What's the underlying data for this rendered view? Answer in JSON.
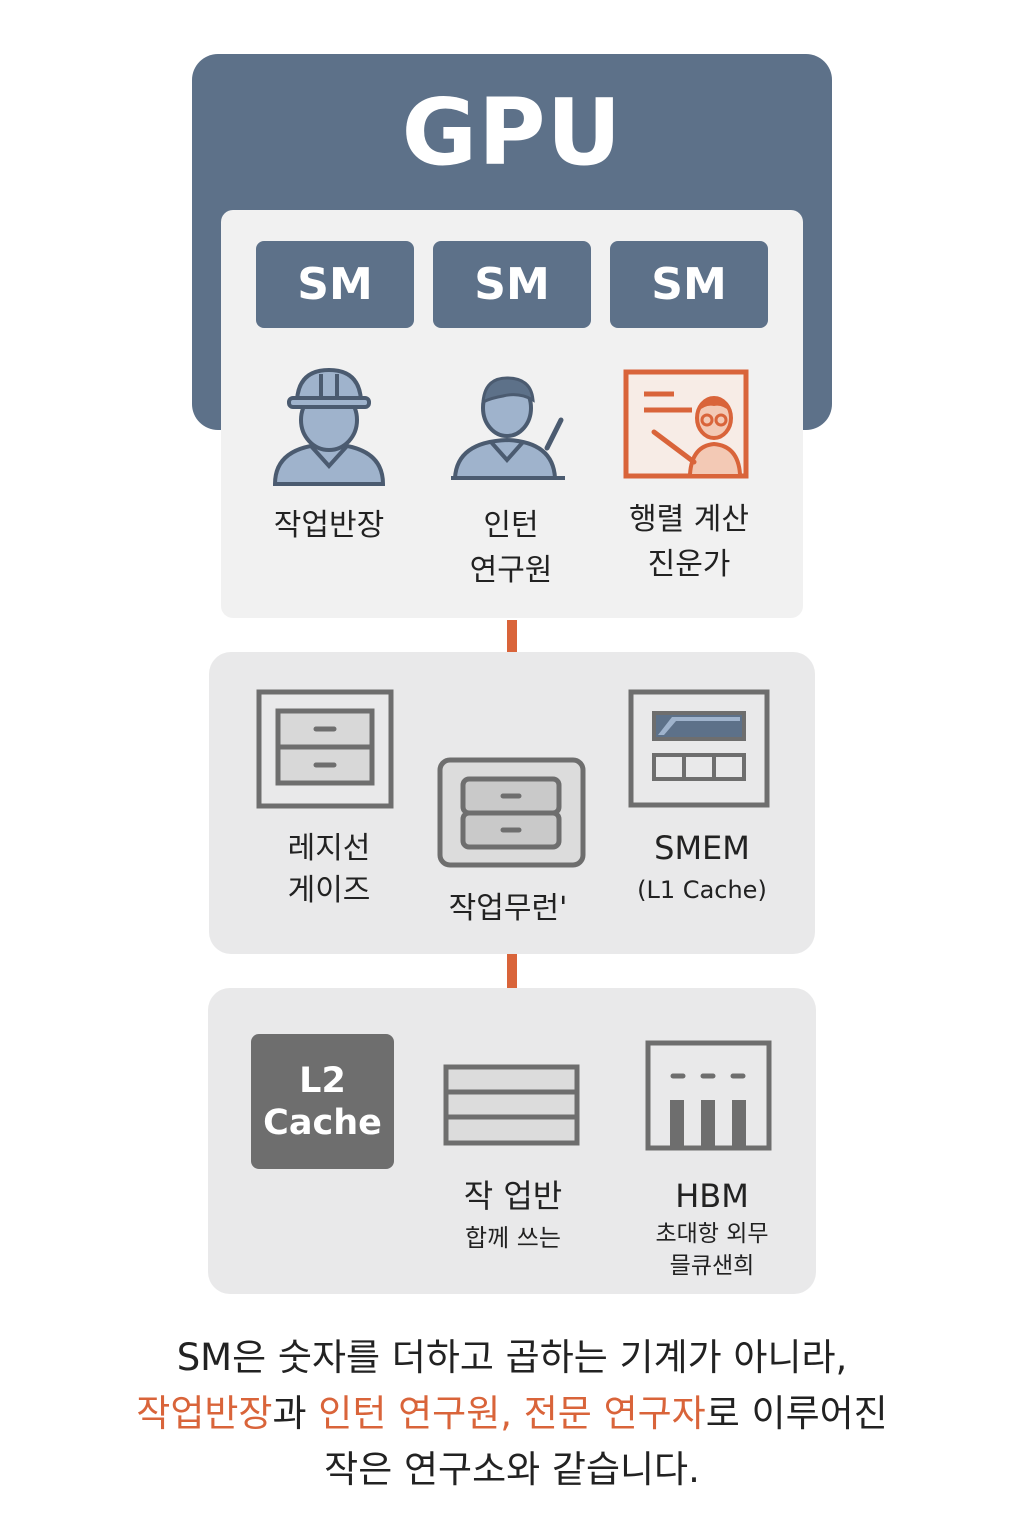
{
  "gpu": {
    "title": "GPU"
  },
  "sm_labels": [
    "SM",
    "SM",
    "SM"
  ],
  "roles": [
    {
      "label_lines": [
        "작업반장"
      ],
      "icon": "worker-hardhat-icon"
    },
    {
      "label_lines": [
        "인턴",
        "연구원"
      ],
      "icon": "intern-researcher-icon"
    },
    {
      "label_lines": [
        "행렬 계산",
        "진운가"
      ],
      "icon": "presenter-whiteboard-icon"
    }
  ],
  "middle_panel": {
    "items": [
      {
        "label_lines": [
          "레지선",
          "게이즈"
        ],
        "icon": "register-cabinet-icon"
      },
      {
        "label_lines": [
          "작업무런'"
        ],
        "icon": "drawer-cabinet-icon"
      },
      {
        "label_lines": [
          "SMEM",
          "(L1 Cache)"
        ],
        "icon": "smem-module-icon"
      }
    ]
  },
  "bottom_panel": {
    "l2_lines": [
      "L2",
      "Cache"
    ],
    "items": [
      {
        "label_lines": [
          "작 업반",
          "합께  쓰는"
        ],
        "icon": "shared-shelf-icon"
      },
      {
        "label_lines": [
          "HBM",
          "초대항 외무",
          "믈큐샌희"
        ],
        "icon": "hbm-module-icon"
      }
    ]
  },
  "caption": {
    "line1": "SM은 숫자를 더하고 곱하는 기계가 아니라,",
    "line2_parts": [
      {
        "text": "작업반장",
        "highlight": true
      },
      {
        "text": "과 ",
        "highlight": false
      },
      {
        "text": "인턴 연구원, 전문 연구자",
        "highlight": true
      },
      {
        "text": "로 이루어진",
        "highlight": false
      }
    ],
    "line3": "작은 연구소와 같습니다."
  },
  "colors": {
    "gpu_frame": "#5d7189",
    "accent": "#d9643a",
    "panel": "#e9e9ea",
    "icon_gray": "#6e6e6e",
    "icon_blue": "#9fb3cc"
  }
}
